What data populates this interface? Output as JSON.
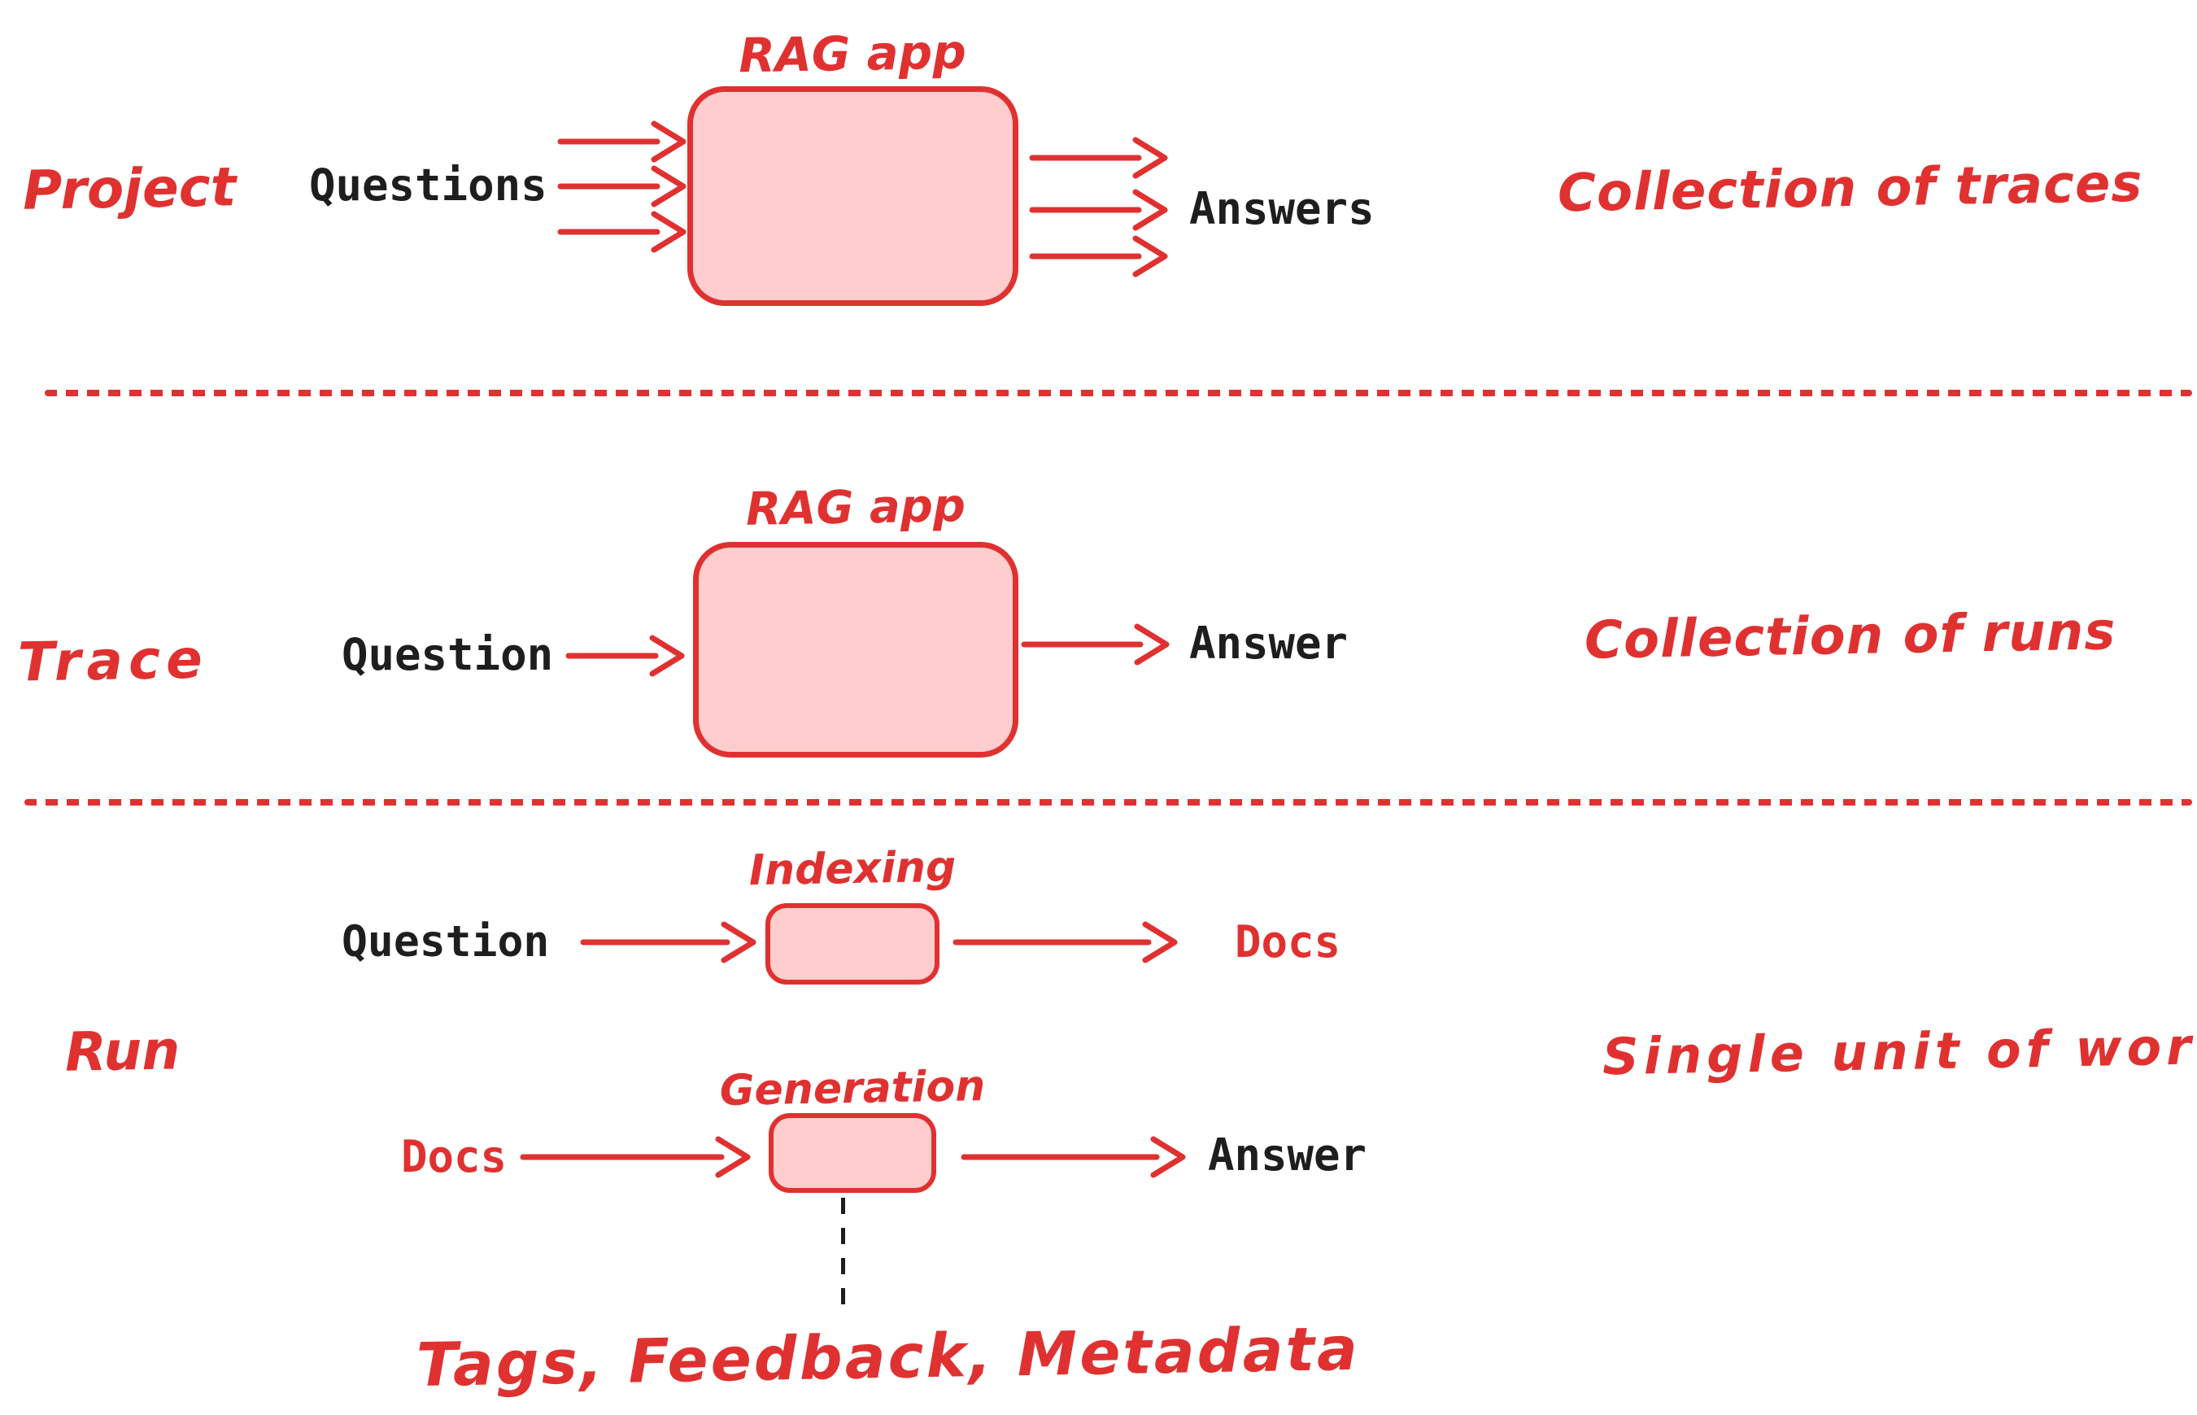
{
  "rows": {
    "project": {
      "label": "Project",
      "input": "Questions",
      "box": "RAG app",
      "output": "Answers",
      "note": "Collection of traces"
    },
    "trace": {
      "label": "Trace",
      "input": "Question",
      "box": "RAG app",
      "output": "Answer",
      "note": "Collection of runs"
    },
    "run": {
      "label": "Run",
      "note": "Single unit of work",
      "indexing": {
        "input": "Question",
        "box": "Indexing",
        "output": "Docs"
      },
      "generation": {
        "input": "Docs",
        "box": "Generation",
        "output": "Answer"
      },
      "annotation": "Tags, Feedback, Metadata"
    }
  },
  "colors": {
    "accent_red": "#e03131",
    "box_fill": "#ffcdcd",
    "text_black": "#1e1e1e"
  }
}
